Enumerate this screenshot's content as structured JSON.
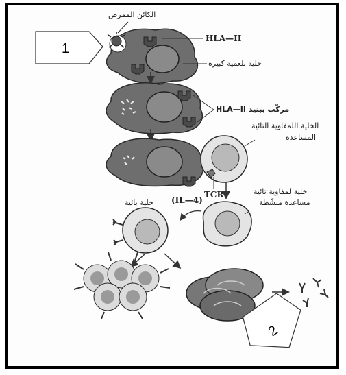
{
  "labels": {
    "pathogen": "الكائن الممرض",
    "hla_ii": "HLA—II",
    "macrophage": "خلية بلعمية كبيرة",
    "peptide_complex": "مركّب ببتيد HLA—II",
    "helper_t_cell": "الخلية اللمفاوية التائية",
    "helper_t_cell_2": "المساعدة",
    "tcr": "TCR",
    "activated_t_cell": "خلية لمفاوية تائية",
    "activated_t_cell_2": "مساعدة منشّطة",
    "il4": "(IL—4)",
    "b_cell": "خلية بائية"
  },
  "callouts": {
    "one": "1",
    "two": "2"
  },
  "colors": {
    "cell_dark": "#6e6e6e",
    "cell_light": "#e4e4e4",
    "nucleus": "#b9b9b9",
    "stroke": "#2a2a2a"
  }
}
